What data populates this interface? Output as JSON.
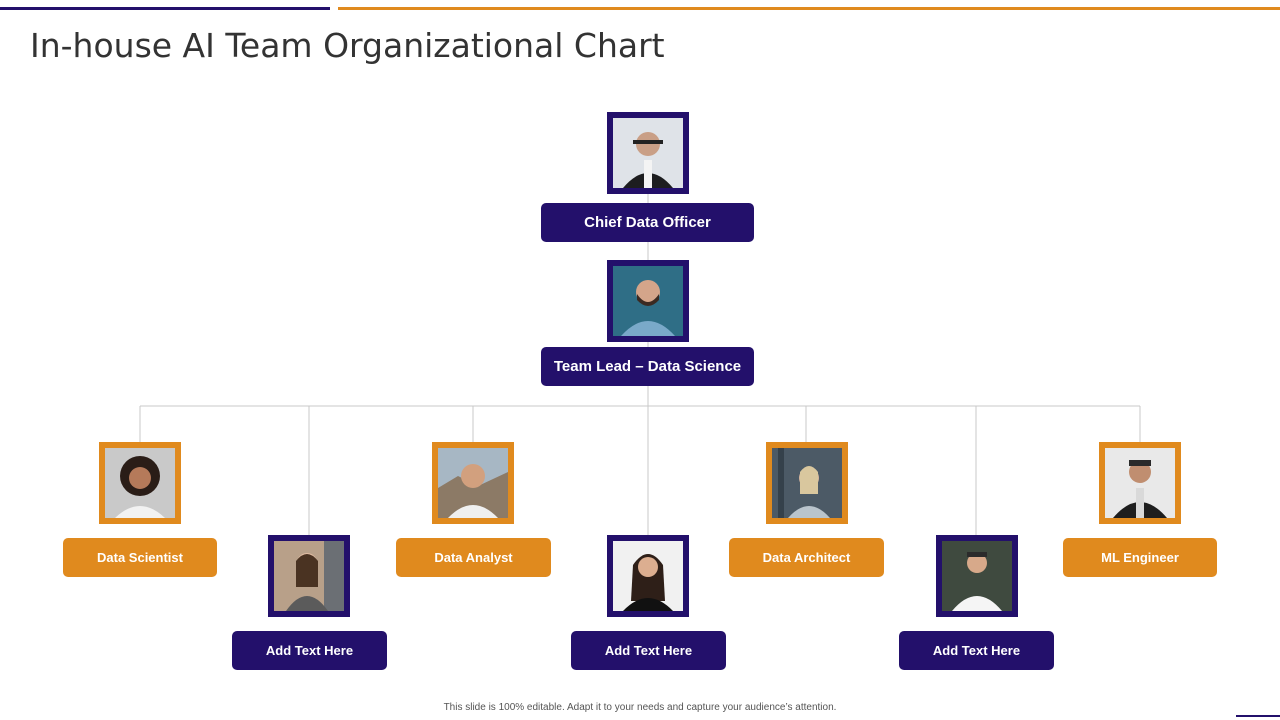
{
  "colors": {
    "purple": "#23106b",
    "orange": "#e08a1e",
    "line": "#c9c9c9"
  },
  "title": "In-house AI Team Organizational Chart",
  "footer": "This slide is 100% editable. Adapt it to your needs and capture your audience’s attention.",
  "nodes": {
    "cdo": {
      "label": "Chief Data Officer"
    },
    "lead": {
      "label": "Team Lead – Data Science"
    },
    "ds": {
      "label": "Data Scientist"
    },
    "da": {
      "label": "Data Analyst"
    },
    "arch": {
      "label": "Data Architect"
    },
    "ml": {
      "label": "ML Engineer"
    },
    "add1": {
      "label": "Add Text Here"
    },
    "add2": {
      "label": "Add Text Here"
    },
    "add3": {
      "label": "Add Text Here"
    }
  },
  "icons": {
    "photo": "person-photo-icon"
  }
}
